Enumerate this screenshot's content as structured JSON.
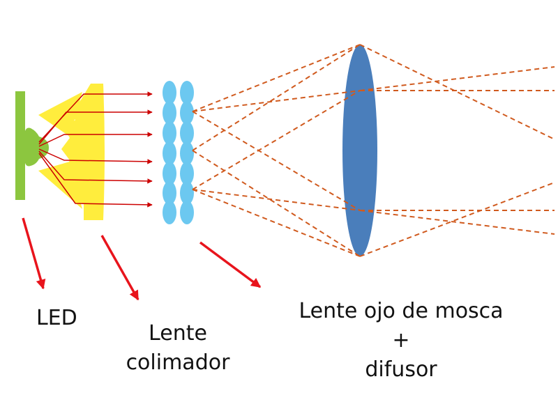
{
  "labels": {
    "led": "LED",
    "collimator": [
      "Lente",
      "colimador"
    ],
    "flyeye": [
      "Lente ojo de mosca",
      "+",
      "difusor"
    ]
  },
  "colors": {
    "led": "#8cc63f",
    "collimator": "#ffed3d",
    "ray": "#cc0000",
    "microlens": "#6cc8f0",
    "lens": "#4a7ebb",
    "dashed_ray": "#d05a1e",
    "pointer": "#e8141c"
  }
}
